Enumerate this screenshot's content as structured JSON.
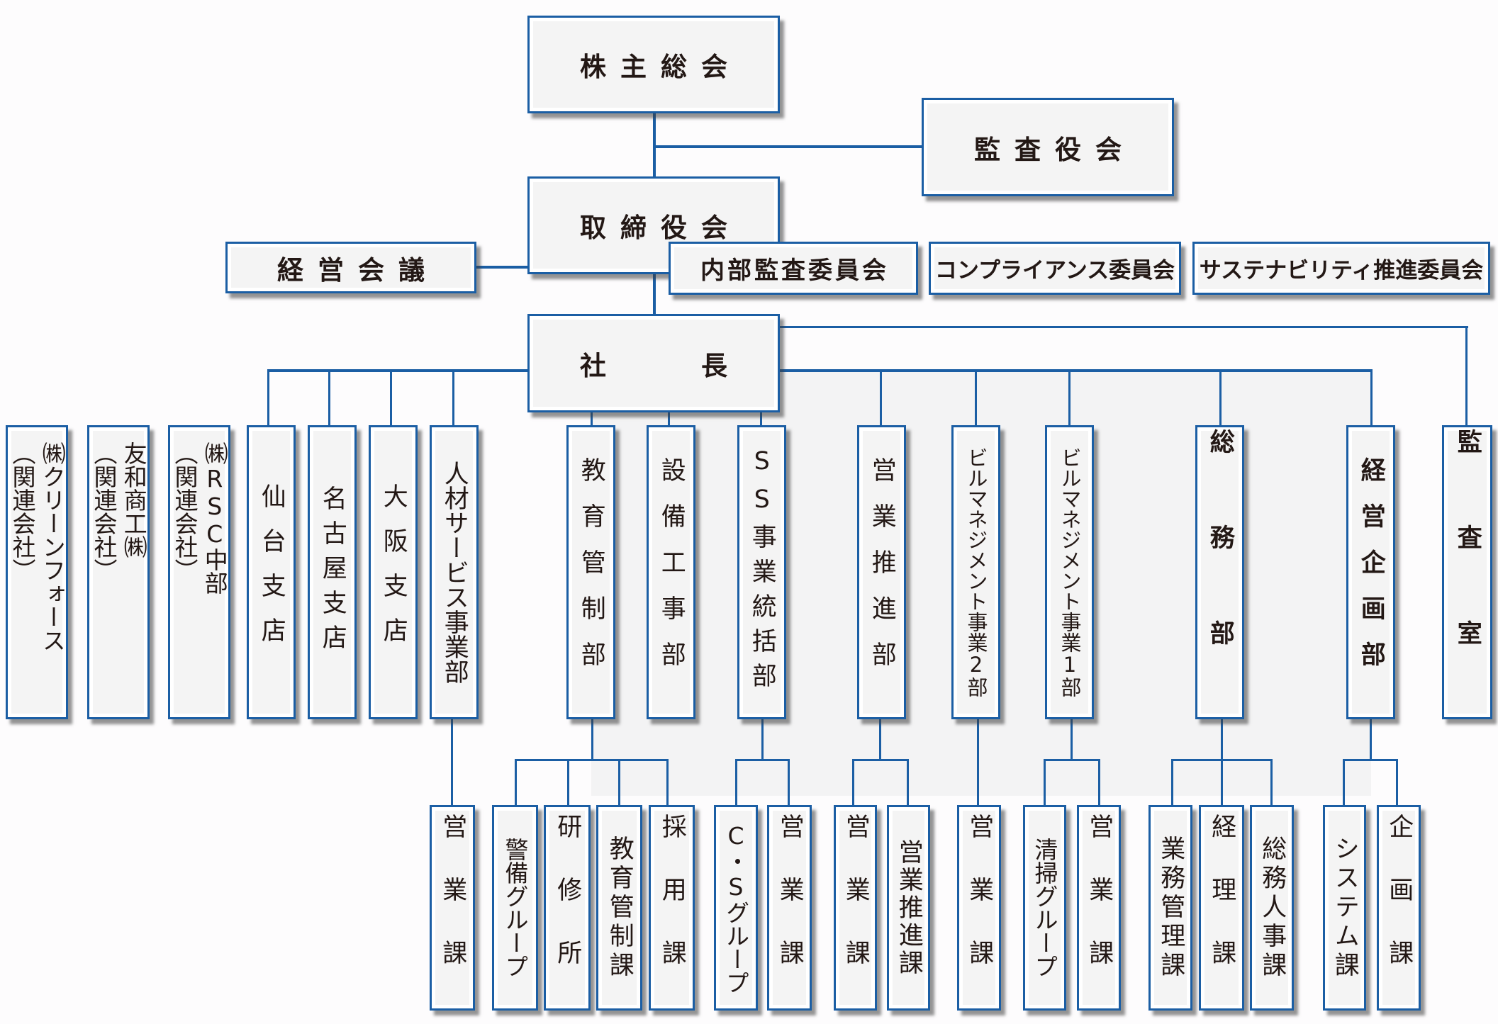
{
  "chart_title": "組織図",
  "top": {
    "shareholders": "株主総会",
    "auditors": "監査役会",
    "board": "取締役会",
    "president": "社　　長",
    "management_meeting": "経営会議"
  },
  "committees": [
    {
      "label": "内部監査委員会"
    },
    {
      "label": "コンプライアンス委員会"
    },
    {
      "label": "サステナビリティ推進委員会"
    }
  ],
  "affiliates": [
    {
      "name": "㈱クリーンフォース",
      "note": "（関連会社）"
    },
    {
      "name": "友和商工㈱",
      "note": "（関連会社）"
    },
    {
      "name": "㈱RSC中部",
      "note": "（関連会社）"
    }
  ],
  "departments": [
    {
      "label": "仙台支店",
      "sections": []
    },
    {
      "label": "名古屋支店",
      "sections": []
    },
    {
      "label": "大阪支店",
      "sections": []
    },
    {
      "label": "人材サービス事業部",
      "sections": [
        "営業課"
      ]
    },
    {
      "label": "教育管制部",
      "sections": [
        "警備グループ",
        "研修所",
        "教育管制課",
        "採用課"
      ]
    },
    {
      "label": "設備工事部",
      "sections": []
    },
    {
      "label": "SS事業統括部",
      "sections": [
        "C・Sグループ",
        "営業課"
      ]
    },
    {
      "label": "営業推進部",
      "sections": [
        "営業課",
        "営業推進課"
      ]
    },
    {
      "label": "ビルマネジメント事業2部",
      "sections": [
        "営業課"
      ]
    },
    {
      "label": "ビルマネジメント事業1部",
      "sections": [
        "清掃グループ",
        "営業課"
      ]
    },
    {
      "label": "総務部",
      "sections": [
        "業務管理課",
        "経理課",
        "総務人事課"
      ]
    },
    {
      "label": "経営企画部",
      "sections": [
        "システム課",
        "企画課"
      ]
    },
    {
      "label": "監査室",
      "sections": []
    }
  ],
  "colors": {
    "line": "#1b5ea4",
    "box_fill": "#f4f4f4",
    "text": "#231815"
  }
}
